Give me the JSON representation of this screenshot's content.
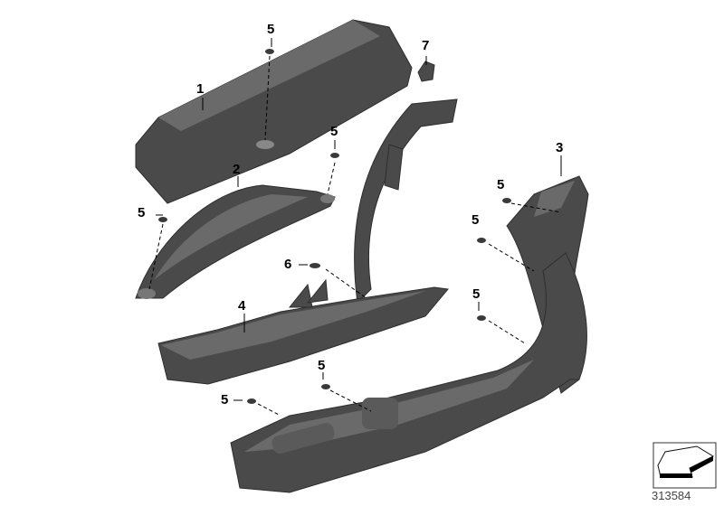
{
  "callouts": {
    "c1": "1",
    "c2": "2",
    "c3": "3",
    "c4": "4",
    "c5a": "5",
    "c5b": "5",
    "c5c": "5",
    "c5d": "5",
    "c5e": "5",
    "c5f": "5",
    "c5g": "5",
    "c5h": "5",
    "c6": "6",
    "c7": "7"
  },
  "diagram_id": "313584",
  "nav_icon": "arrow-to-vehicle-icon"
}
